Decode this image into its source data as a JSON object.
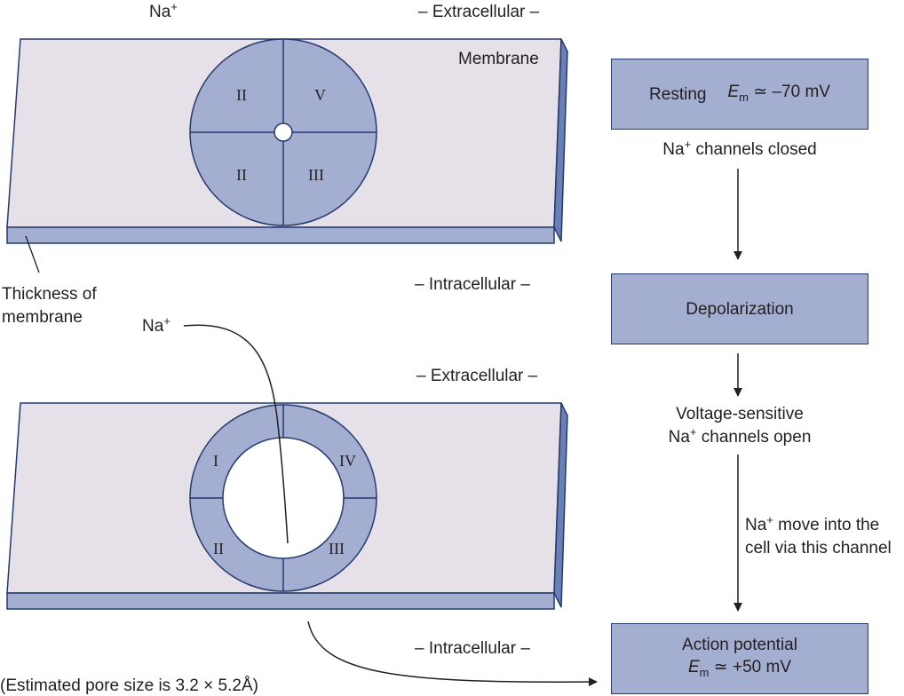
{
  "colors": {
    "membrane_top": "#e6e0e8",
    "membrane_edge": "#a3aed0",
    "outline": "#233a6e",
    "channel": "#a3aed0"
  },
  "top_panel": {
    "ion_label": "Na",
    "ion_sup": "+",
    "extracellular": "–  Extracellular  –",
    "membrane_label": "Membrane",
    "thickness_label_1": "Thickness of",
    "thickness_label_2": "membrane",
    "intracellular": "–  Intracellular  –",
    "quadrants": [
      "II",
      "V",
      "II",
      "III"
    ]
  },
  "bottom_panel": {
    "ion_label": "Na",
    "ion_sup": "+",
    "extracellular": "–  Extracellular  –",
    "intracellular": "–  Intracellular  –",
    "quadrants": [
      "I",
      "IV",
      "II",
      "III"
    ],
    "pore_note": "(Estimated pore size is 3.2 × 5.2Å)"
  },
  "flow": {
    "resting_label": "Resting",
    "resting_em": "E",
    "resting_em_sub": "m",
    "resting_value": " ≃ –70 mV",
    "closed_na": "Na",
    "closed_sup": "+",
    "closed_text": " channels closed",
    "depolarization": "Depolarization",
    "open_line1": "Voltage-sensitive",
    "open_na": "Na",
    "open_sup": "+",
    "open_text": "  channels open",
    "move_na": "Na",
    "move_sup": "+",
    "move_line1_rest": " move into the",
    "move_line2": "cell via this channel",
    "action_label": "Action potential",
    "action_em": "E",
    "action_em_sub": "m",
    "action_value": " ≃ +50 mV"
  }
}
